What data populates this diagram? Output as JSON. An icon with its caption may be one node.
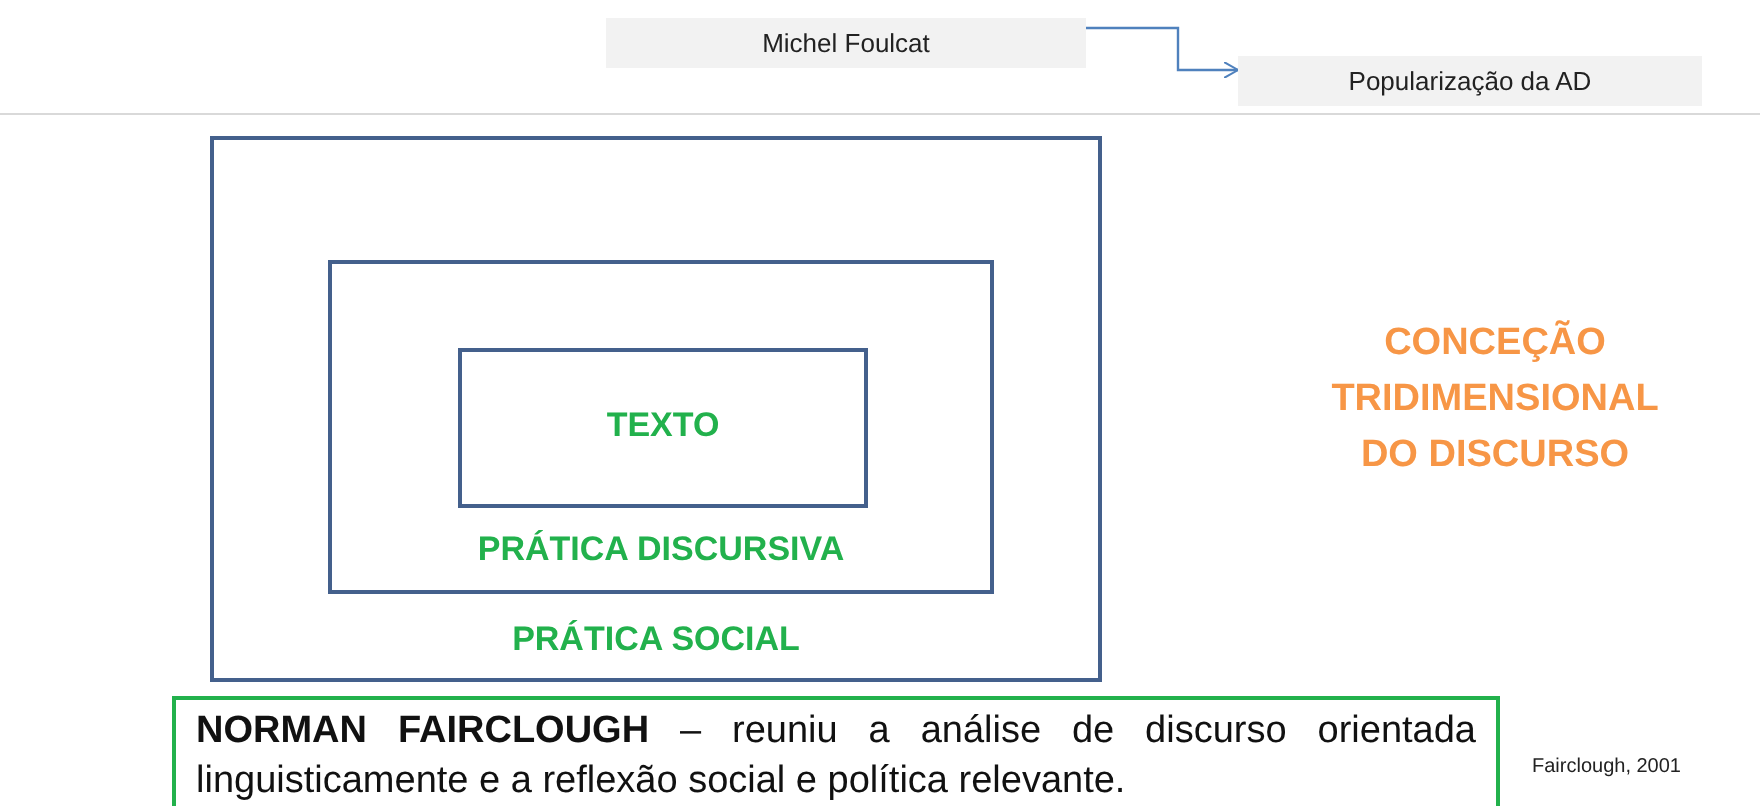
{
  "diagram": {
    "nodes": [
      {
        "text": [
          "Michel Foulcat"
        ]
      },
      {
        "text": [
          "Popularização da AD"
        ]
      },
      {
        "text": [
          "PRÁTICA SOCIAL"
        ]
      },
      {
        "text": [
          "PRÁTICA DISCURSIVA"
        ],
        "in": 2
      },
      {
        "text": [
          "TEXTO"
        ],
        "in": 3
      },
      {
        "text": [
          "**NORMAN FAIRCLOUGH** – reuniu a análise de discurso orientada linguisticamente e a reflexão social e política relevante."
        ]
      }
    ],
    "edges": [
      {
        "from": 0,
        "to": 1,
        "arrow": "to",
        "color": "#4f81bd"
      }
    ],
    "labels": [
      "CONCEÇÃO TRIDIMENSIONAL DO DISCURSO",
      "Fairclough, 2001"
    ]
  }
}
